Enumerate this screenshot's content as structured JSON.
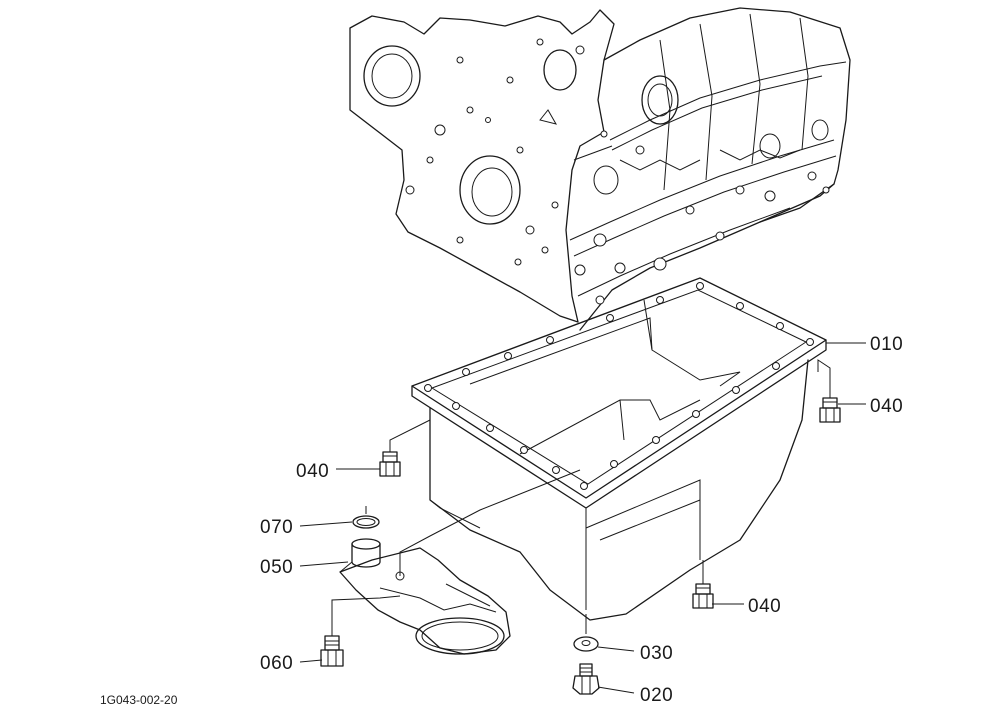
{
  "diagram": {
    "drawing_code": "1G043-002-20",
    "callouts": [
      {
        "id": "c010",
        "label": "010"
      },
      {
        "id": "c040a",
        "label": "040"
      },
      {
        "id": "c040b",
        "label": "040"
      },
      {
        "id": "c040c",
        "label": "040"
      },
      {
        "id": "c070",
        "label": "070"
      },
      {
        "id": "c050",
        "label": "050"
      },
      {
        "id": "c060",
        "label": "060"
      },
      {
        "id": "c030",
        "label": "030"
      },
      {
        "id": "c020",
        "label": "020"
      }
    ]
  }
}
